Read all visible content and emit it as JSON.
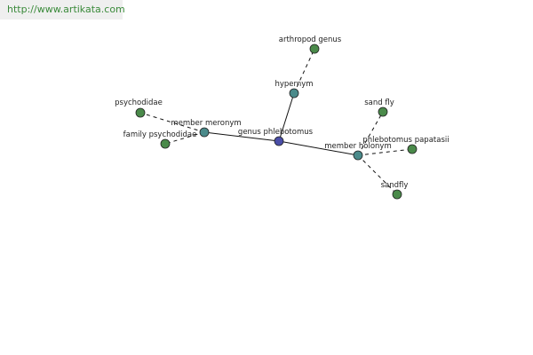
{
  "banner": {
    "url_text": "http://www.artikata.com"
  },
  "colors": {
    "center_node": "#4a4ea8",
    "relation_node": "#4a8a8a",
    "leaf_node": "#4a8a4a",
    "banner_text": "#3a8a3a",
    "banner_bg": "#efefef"
  },
  "graph": {
    "center": {
      "label": "genus phlebotomus",
      "kind": "center"
    },
    "relations": [
      {
        "label": "hypernym",
        "leaves": [
          "arthropod genus"
        ]
      },
      {
        "label": "member meronym",
        "leaves": [
          "psychodidae",
          "family psychodidae"
        ]
      },
      {
        "label": "member holonym",
        "leaves": [
          "sand fly",
          "phlebotomus papatasii",
          "sandfly"
        ]
      }
    ]
  }
}
